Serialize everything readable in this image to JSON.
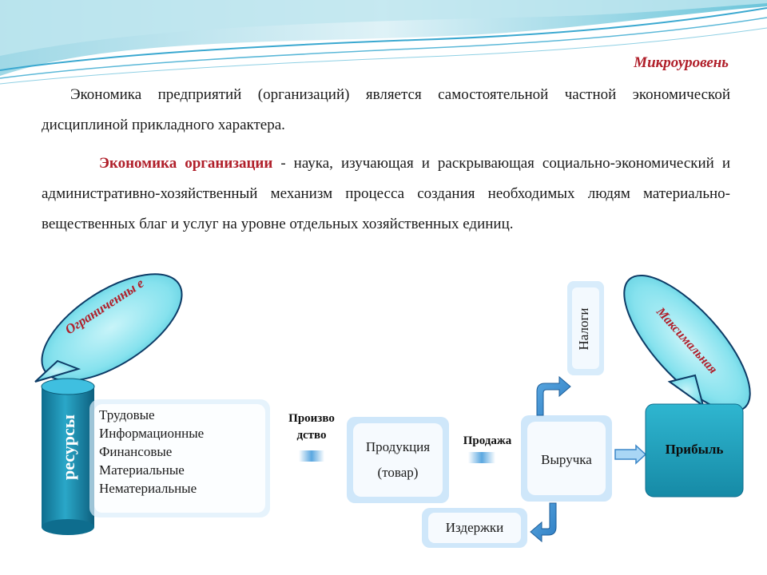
{
  "header": {
    "subtitle": "Микроуровень"
  },
  "paragraph1": "Экономика предприятий (организаций) является самостоятельной частной экономической дисциплиной прикладного характера.",
  "paragraph2": {
    "term": "Экономика организации",
    "rest": " - наука, изучающая и раскрывающая социально-экономический и административно-хозяйственный механизм процесса создания необходимых людям материально-вещественных благ и услуг на уровне отдельных хозяйственных единиц."
  },
  "diagram": {
    "resources_label": "ресурсы",
    "limited_label": "Ограниченны е",
    "resource_types": [
      "Трудовые",
      "Информационные",
      "Финансовые",
      "Материальные",
      "Нематериальные"
    ],
    "production_label": "Произво дство",
    "product_label_line1": "Продукция",
    "product_label_line2": "(товар)",
    "sale_label": "Продажа",
    "revenue_label": "Выручка",
    "taxes_label": "Налоги",
    "costs_label": "Издержки",
    "profit_label": "Прибыль",
    "max_label": "Максимальная"
  },
  "colors": {
    "accent_red": "#b01f2a",
    "cylinder_teal": "#1a8fb0",
    "profit_teal": "#1aa0bd",
    "callout_cyan": "#86e2ee",
    "arrow_blue": "#5aa7e0"
  }
}
